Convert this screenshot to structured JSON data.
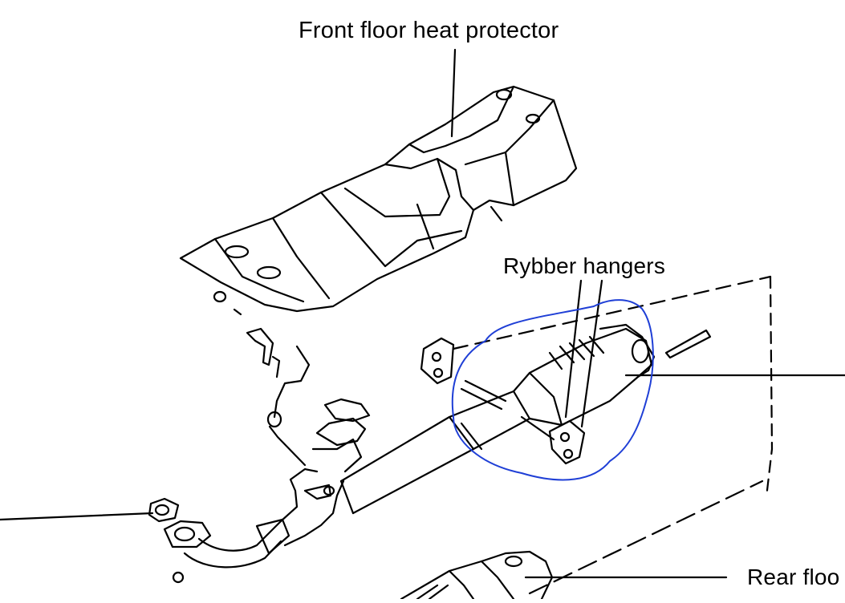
{
  "labels": {
    "front_floor_heat_protector": "Front floor heat protector",
    "rubber_hangers": "Rybber hangers",
    "rear_floor_cut": "Rear floo"
  },
  "colors": {
    "line": "#000000",
    "annotation": "#1f3fd6",
    "background": "#ffffff"
  }
}
